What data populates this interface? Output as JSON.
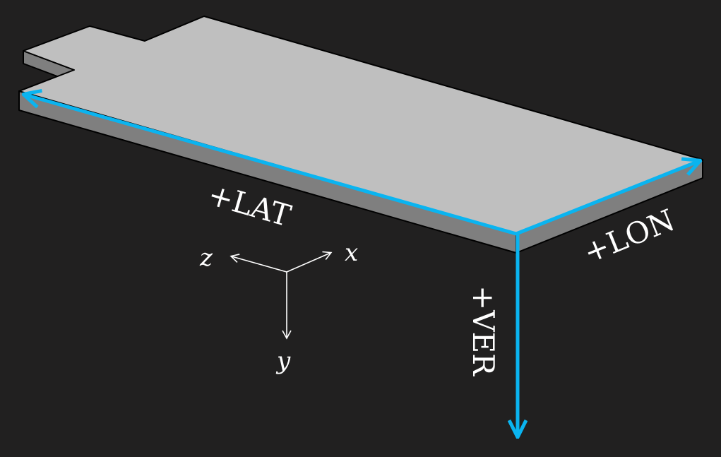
{
  "colors": {
    "background": "#212020",
    "plate_top": "#bfbfbf",
    "plate_side": "#7f7f7f",
    "plate_outline": "#000000",
    "vehicle_axes": "#0ab4f0",
    "reference_axes": "#ffffff",
    "label_text": "#ffffff"
  },
  "vehicle_axes": {
    "lat": "+LAT",
    "lon": "+LON",
    "ver": "+VER"
  },
  "reference_frame": {
    "x": "x",
    "y": "y",
    "z": "z"
  }
}
